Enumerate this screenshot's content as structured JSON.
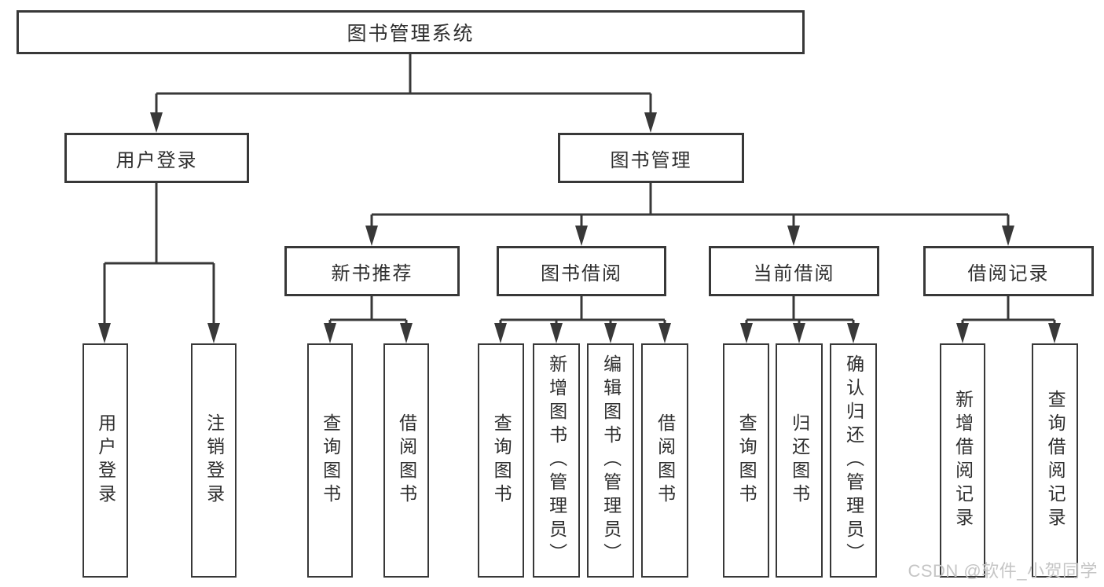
{
  "tree": {
    "root": {
      "label": "图书管理系统"
    },
    "children": [
      {
        "label": "用户登录",
        "children": [
          {
            "label": "用户登录"
          },
          {
            "label": "注销登录"
          }
        ]
      },
      {
        "label": "图书管理",
        "children": [
          {
            "label": "新书推荐",
            "children": [
              {
                "label": "查询图书"
              },
              {
                "label": "借阅图书"
              }
            ]
          },
          {
            "label": "图书借阅",
            "children": [
              {
                "label": "查询图书"
              },
              {
                "label": "新增图书（管理员）"
              },
              {
                "label": "编辑图书（管理员）"
              },
              {
                "label": "借阅图书"
              }
            ]
          },
          {
            "label": "当前借阅",
            "children": [
              {
                "label": "查询图书"
              },
              {
                "label": "归还图书"
              },
              {
                "label": "确认归还（管理员）"
              }
            ]
          },
          {
            "label": "借阅记录",
            "children": [
              {
                "label": "新增借阅记录"
              },
              {
                "label": "查询借阅记录"
              }
            ]
          }
        ]
      }
    ]
  },
  "watermark": {
    "text": "CSDN @软件_小贺同学"
  },
  "colors": {
    "line": "#383838",
    "text": "#2f2f2f",
    "background": "#ffffff",
    "watermark": "#c5c5c5"
  }
}
